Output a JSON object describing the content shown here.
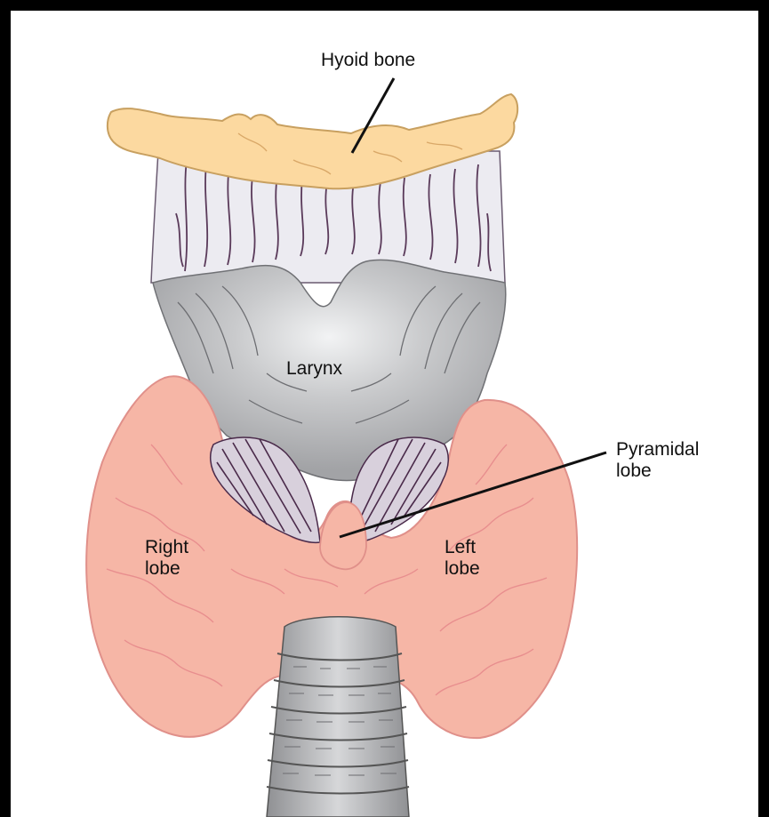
{
  "diagram": {
    "labels": {
      "hyoid_bone": "Hyoid bone",
      "larynx": "Larynx",
      "pyramidal_lobe": "Pyramidal\nlobe",
      "right_lobe": "Right\nlobe",
      "left_lobe": "Left\nlobe"
    },
    "colors": {
      "hyoid": "#fcd9a0",
      "hyoid_stroke": "#c8a060",
      "membrane": "#ecebf1",
      "membrane_lines": "#5a3a5a",
      "larynx": "#b8b9bb",
      "larynx_light": "#e4e5e6",
      "thyroid": "#f6b6a6",
      "thyroid_stroke": "#e0908a",
      "thyroid_vessels": "#e88e8e",
      "trachea": "#a9aaad",
      "trachea_dark": "#555",
      "frame": "#000000"
    }
  }
}
